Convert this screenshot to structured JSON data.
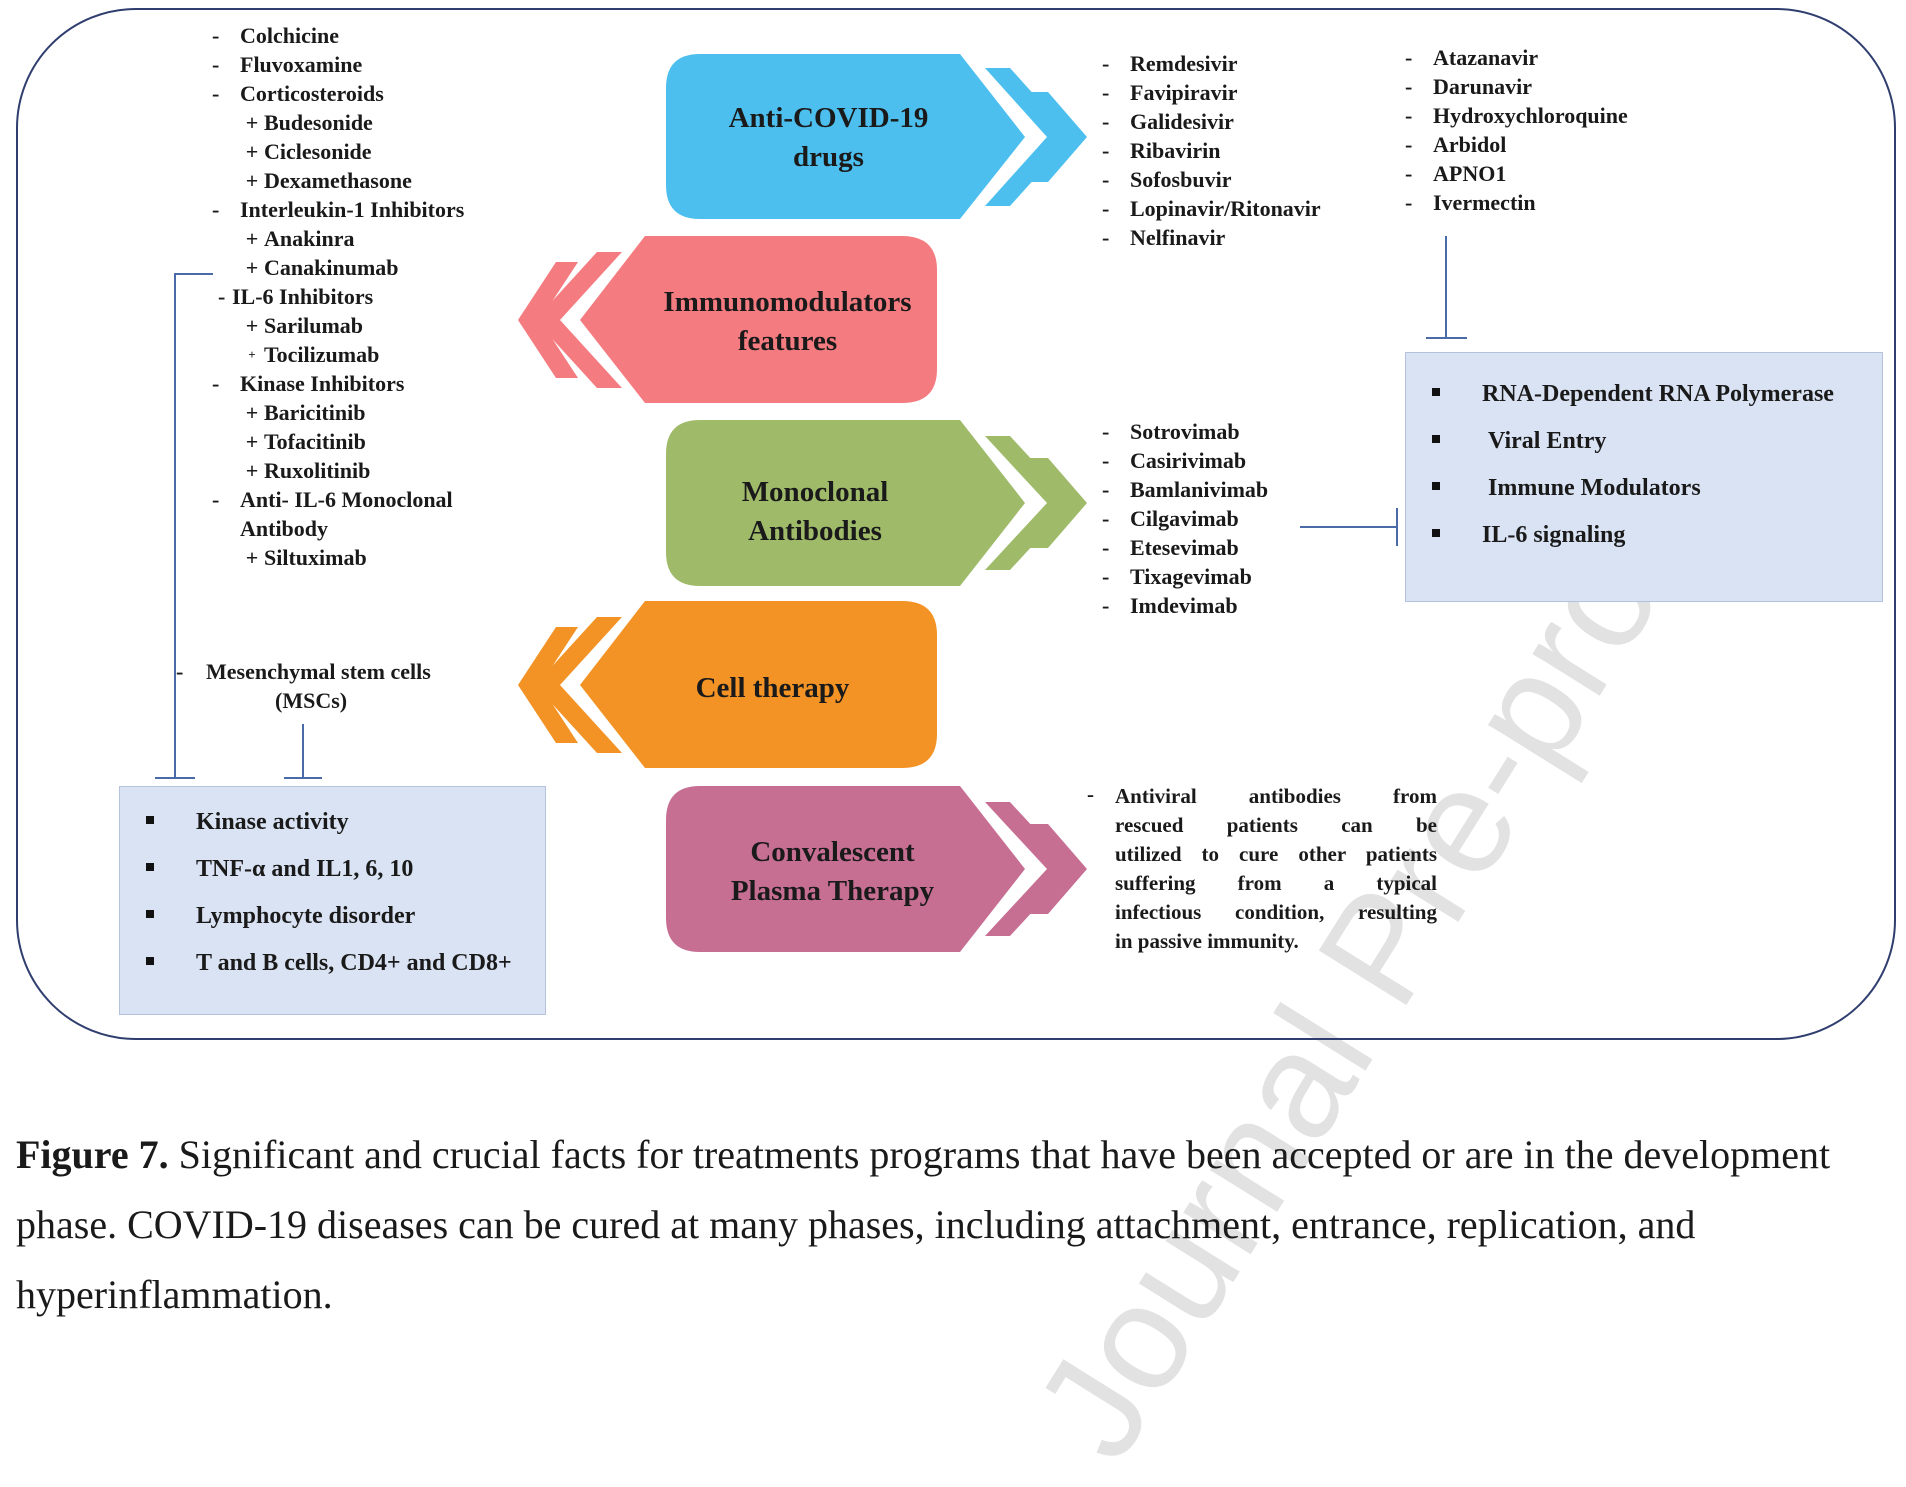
{
  "watermark": "Journal Pre-proof",
  "left_list": [
    {
      "kind": "dash",
      "text": "Colchicine"
    },
    {
      "kind": "dash",
      "text": "Fluvoxamine"
    },
    {
      "kind": "dash",
      "text": "Corticosteroids"
    },
    {
      "kind": "plus",
      "text": "Budesonide"
    },
    {
      "kind": "plus",
      "text": "Ciclesonide"
    },
    {
      "kind": "plus",
      "text": "Dexamethasone"
    },
    {
      "kind": "dash",
      "text": "Interleukin-1 Inhibitors"
    },
    {
      "kind": "plus",
      "text": "Anakinra"
    },
    {
      "kind": "plus",
      "text": "Canakinumab"
    },
    {
      "kind": "dash",
      "text": "IL-6 Inhibitors"
    },
    {
      "kind": "plus",
      "text": "Sarilumab"
    },
    {
      "kind": "plus",
      "text": "Tocilizumab"
    },
    {
      "kind": "dash",
      "text": "Kinase Inhibitors"
    },
    {
      "kind": "plus",
      "text": "Baricitinib"
    },
    {
      "kind": "plus",
      "text": "Tofacitinib"
    },
    {
      "kind": "plus",
      "text": "Ruxolitinib"
    },
    {
      "kind": "dash",
      "text": "Anti- IL-6 Monoclonal"
    },
    {
      "kind": "cont",
      "text": "Antibody"
    },
    {
      "kind": "plus",
      "text": "Siltuximab"
    }
  ],
  "msc_line1": "Mesenchymal stem cells",
  "msc_line2": "(MSCs)",
  "left_box": [
    "Kinase activity",
    "TNF-α and IL1, 6, 10",
    "Lymphocyte disorder",
    "T and B cells, CD4+ and CD8+"
  ],
  "shapes": {
    "anticovid": [
      "Anti-COVID-19",
      "drugs"
    ],
    "immuno": [
      "Immunomodulators",
      "features"
    ],
    "monoclonal": [
      "Monoclonal",
      "Antibodies"
    ],
    "cell": [
      "Cell therapy"
    ],
    "plasma": [
      "Convalescent",
      "Plasma Therapy"
    ]
  },
  "antiviral_list": [
    "Remdesivir",
    "Favipiravir",
    "Galidesivir",
    "Ribavirin",
    "Sofosbuvir",
    "Lopinavir/Ritonavir",
    "Nelfinavir"
  ],
  "other_list": [
    "Atazanavir",
    "Darunavir",
    "Hydroxychloroquine",
    "Arbidol",
    "APNO1",
    "Ivermectin"
  ],
  "mab_list": [
    "Sotrovimab",
    "Casirivimab",
    "Bamlanivimab",
    "Cilgavimab",
    "Etesevimab",
    "Tixagevimab",
    "Imdevimab"
  ],
  "right_box": [
    "RNA-Dependent RNA Polymerase",
    "Viral Entry",
    "Immune Modulators",
    "IL-6 signaling"
  ],
  "plasma_lines": [
    "Antiviral antibodies from",
    "rescued patients can be",
    "utilized to cure other patients",
    "suffering from a typical",
    "infectious condition, resulting",
    "in passive immunity."
  ],
  "caption_label": "Figure 7.",
  "caption_text": " Significant and crucial facts for treatments programs that have been accepted or are in the development phase. COVID-19 diseases can be cured at many phases, including attachment, entrance, replication, and hyperinflammation.",
  "colors": {
    "anticovid": "#4dbfee",
    "immuno": "#f47b80",
    "monoclonal": "#9fbb6a",
    "cell": "#f39325",
    "plasma": "#c76f93",
    "frame": "#2f3e6e",
    "connector": "#4b6aa8",
    "box": "#dae3f3"
  }
}
